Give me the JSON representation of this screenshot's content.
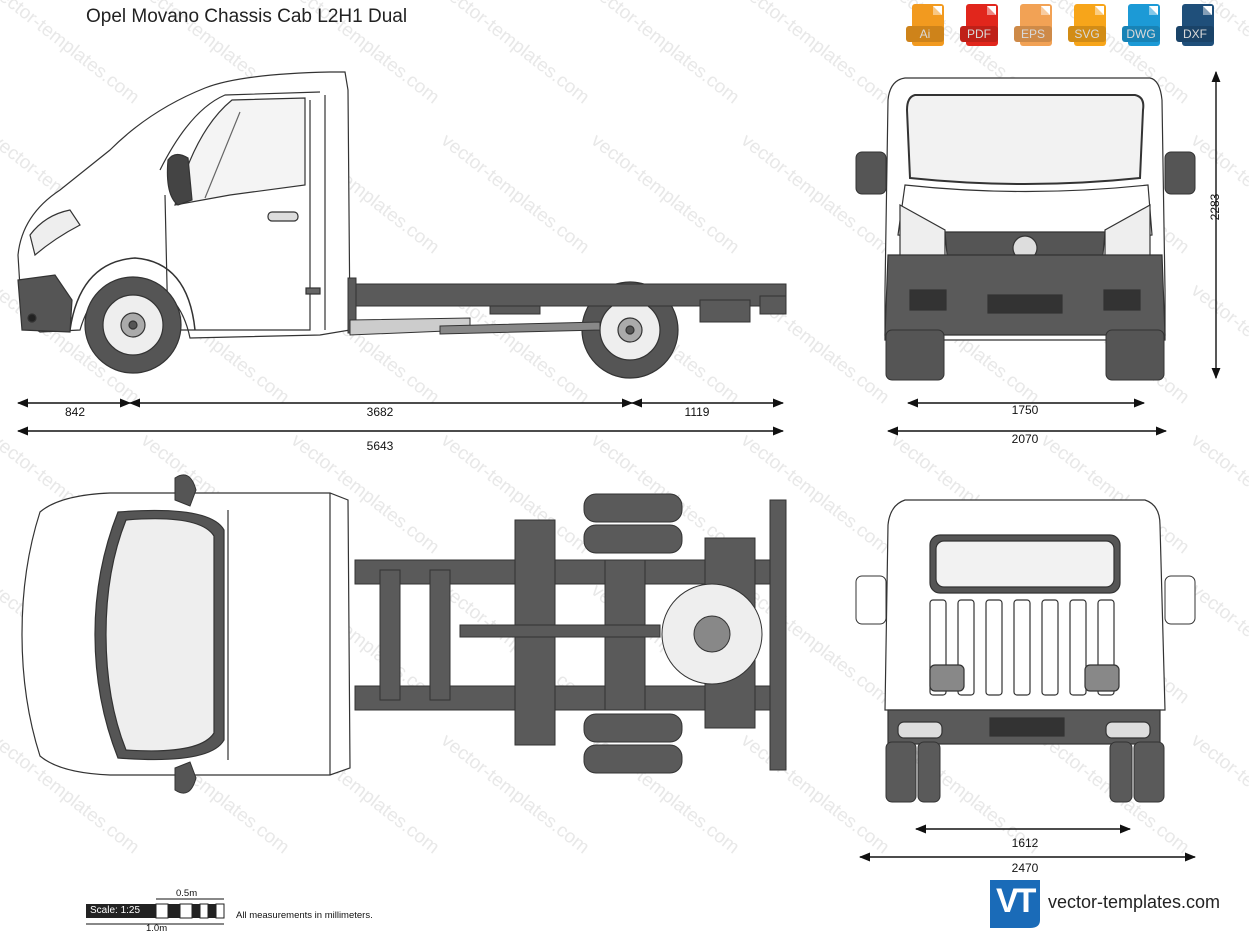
{
  "title": "Opel Movano Chassis Cab L2H1 Dual",
  "formats": [
    {
      "label": "Ai",
      "color": "#f29a1f",
      "icon": "ai-file-icon"
    },
    {
      "label": "PDF",
      "color": "#e1261c",
      "icon": "pdf-file-icon"
    },
    {
      "label": "EPS",
      "color": "#f2a255",
      "icon": "eps-file-icon"
    },
    {
      "label": "SVG",
      "color": "#f7a51a",
      "icon": "svg-file-icon"
    },
    {
      "label": "DWG",
      "color": "#1c9ad6",
      "icon": "dwg-file-icon"
    },
    {
      "label": "DXF",
      "color": "#1f4f7a",
      "icon": "dxf-file-icon"
    }
  ],
  "dimensions": {
    "front_overhang": "842",
    "wheelbase": "3682",
    "rear_overhang": "1119",
    "overall_length": "5643",
    "front_track": "1750",
    "front_width": "2070",
    "height": "2283",
    "rear_track": "1612",
    "rear_width": "2470"
  },
  "scale": {
    "label": "Scale: 1:25",
    "half_meter": "0.5m",
    "one_meter": "1.0m",
    "note": "All measurements in millimeters."
  },
  "brand": {
    "logo_text": "VT",
    "name": "vector-templates.com"
  },
  "watermark": "vector-templates.com",
  "colors": {
    "chassis": "#5a5a5a",
    "outline": "#333333",
    "dimension": "#111111",
    "logo_blue": "#1a6bb8"
  }
}
